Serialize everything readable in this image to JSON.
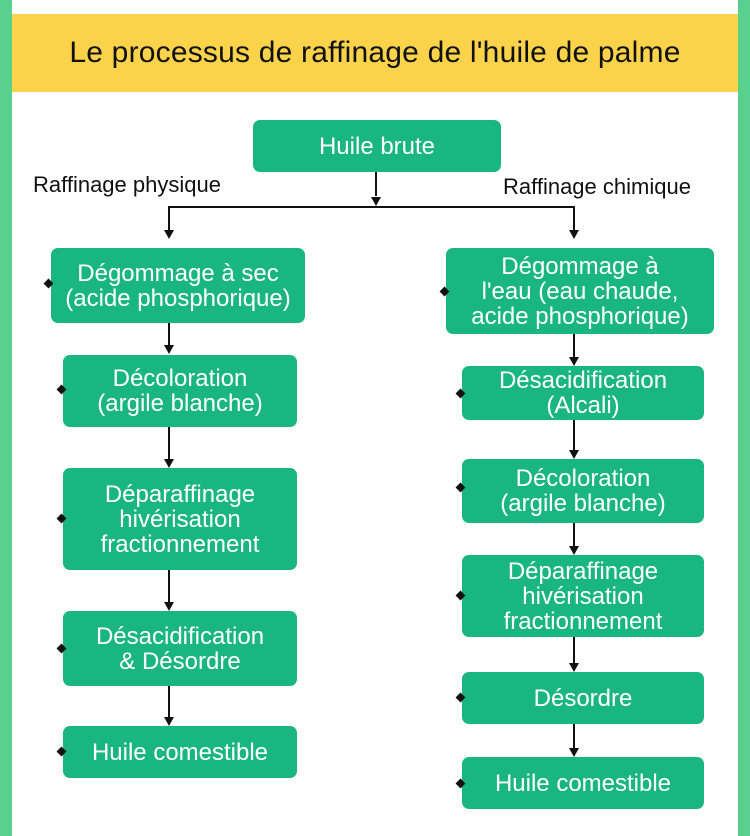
{
  "title": "Le processus de raffinage de l'huile de palme",
  "root": "Huile brute",
  "branches": {
    "physical": {
      "label": "Raffinage physique",
      "steps": [
        "Dégommage à sec\n(acide phosphorique)",
        "Décoloration\n(argile blanche)",
        "Déparaffinage\nhivérisation\nfractionnement",
        "Désacidification\n& Désordre",
        "Huile comestible"
      ]
    },
    "chemical": {
      "label": "Raffinage chimique",
      "steps": [
        "Dégommage à\nl'eau (eau chaude,\nacide phosphorique)",
        "Désacidification\n(Alcali)",
        "Décoloration\n(argile blanche)",
        "Déparaffinage\nhivérisation\nfractionnement",
        "Désordre",
        "Huile comestible"
      ]
    }
  },
  "colors": {
    "box": "#1ab682",
    "title_bar": "#fbd34b",
    "frame": "#5ad08e"
  }
}
